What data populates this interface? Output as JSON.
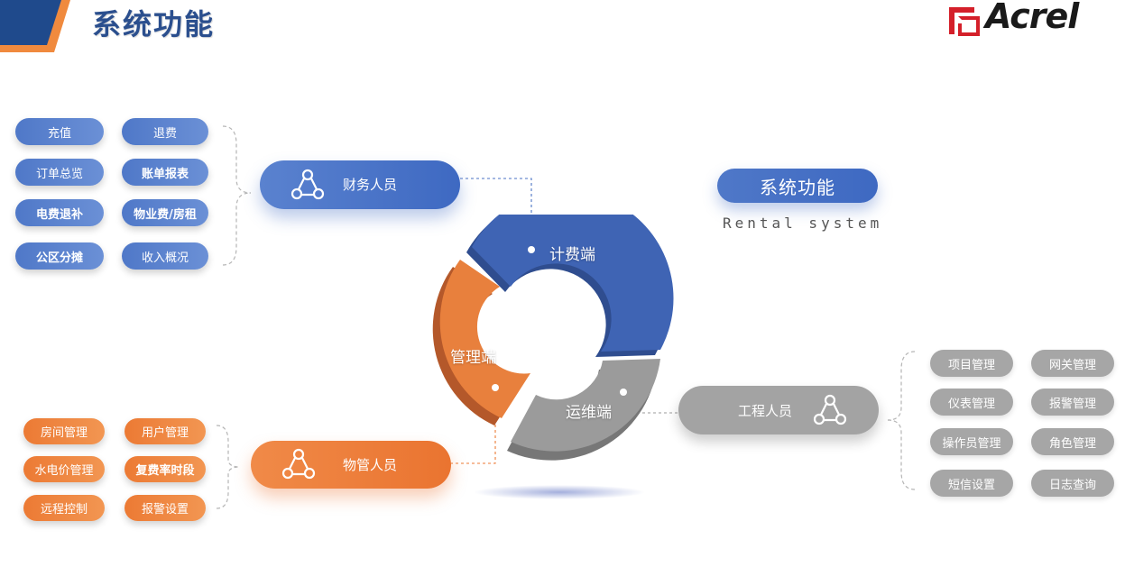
{
  "header": {
    "title": "系统功能",
    "logo_text": "Acrel"
  },
  "badge": {
    "title": "系统功能",
    "subtitle": "Rental system"
  },
  "ring": {
    "segments": [
      {
        "label": "计费端",
        "color": "#3f64b4"
      },
      {
        "label": "管理端",
        "color": "#e8803d"
      },
      {
        "label": "运维端",
        "color": "#9b9b9b"
      }
    ]
  },
  "roles": {
    "finance": {
      "label": "财务人员",
      "functions": [
        "充值",
        "退费",
        "订单总览",
        "账单报表",
        "电费退补",
        "物业费/房租",
        "公区分摊",
        "收入概况"
      ]
    },
    "property": {
      "label": "物管人员",
      "functions": [
        "房间管理",
        "用户管理",
        "水电价管理",
        "复费率时段",
        "远程控制",
        "报警设置"
      ]
    },
    "engineer": {
      "label": "工程人员",
      "functions": [
        "项目管理",
        "网关管理",
        "仪表管理",
        "报警管理",
        "操作员管理",
        "角色管理",
        "短信设置",
        "日志查询"
      ]
    }
  },
  "colors": {
    "blue": "#4a72c4",
    "orange": "#ec7a34",
    "gray": "#a6a6a6",
    "title": "#2b4f8e"
  }
}
